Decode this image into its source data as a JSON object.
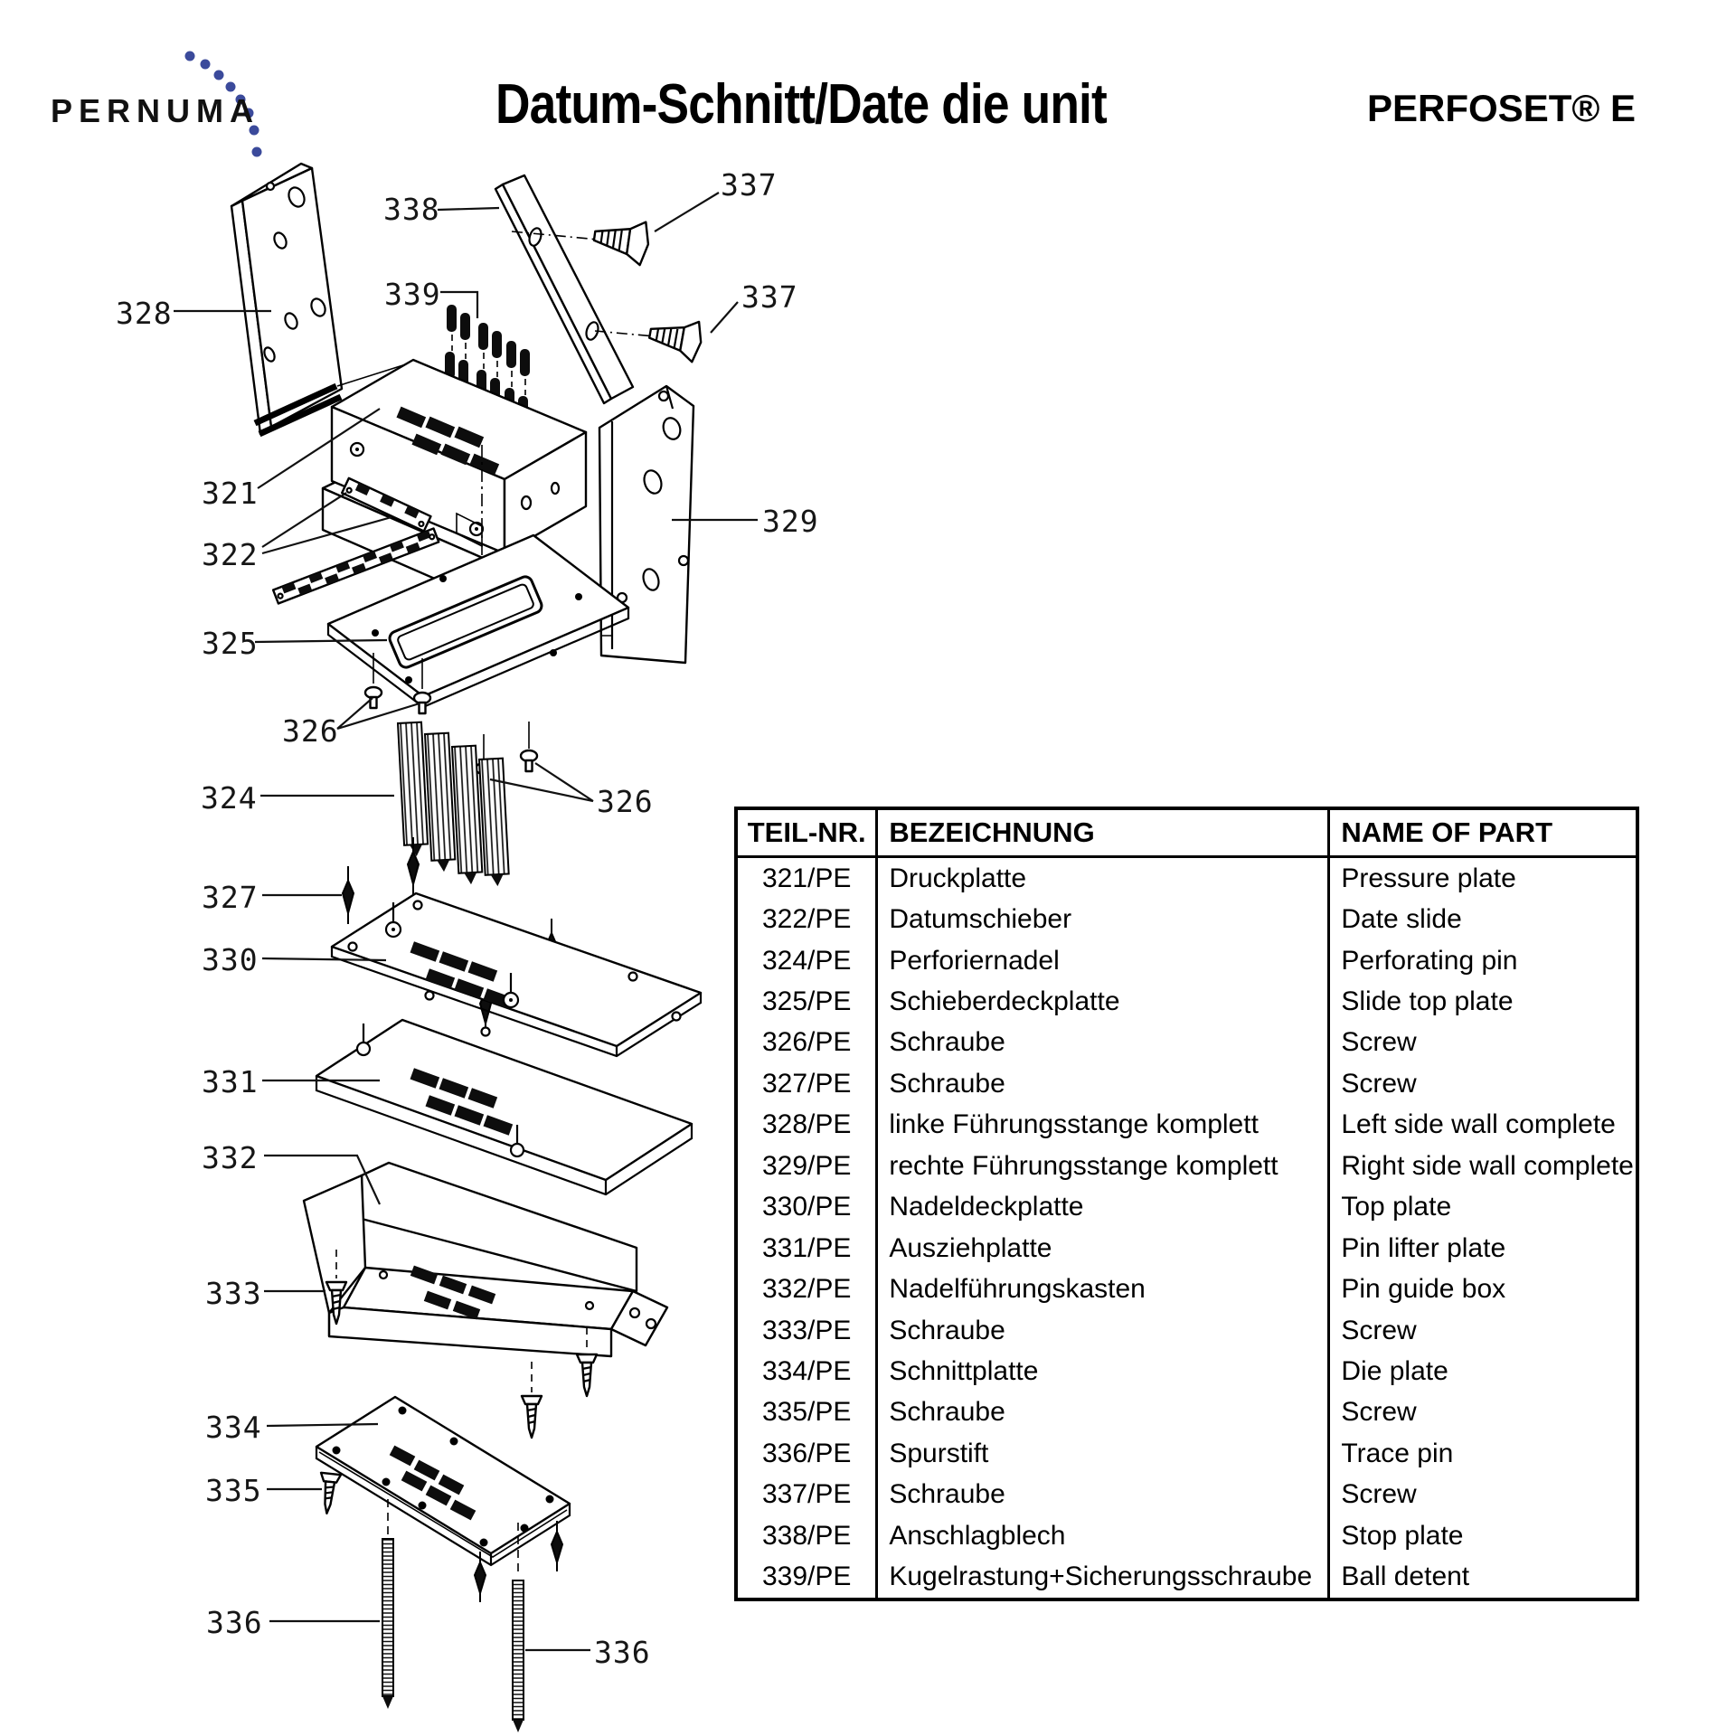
{
  "header": {
    "logo_text": "PERNUMA",
    "title": "Datum-Schnitt/Date die unit",
    "product": "PERFOSET® E"
  },
  "colors": {
    "logo_dots": "#3b4a9b",
    "ink": "#000000"
  },
  "table": {
    "columns": [
      "TEIL-NR.",
      "BEZEICHNUNG",
      "NAME OF PART"
    ],
    "rows": [
      {
        "nr": "321/PE",
        "de": "Druckplatte",
        "en": "Pressure plate"
      },
      {
        "nr": "322/PE",
        "de": "Datumschieber",
        "en": "Date slide"
      },
      {
        "nr": "324/PE",
        "de": "Perforiernadel",
        "en": "Perforating pin"
      },
      {
        "nr": "325/PE",
        "de": "Schieberdeckplatte",
        "en": "Slide top plate"
      },
      {
        "nr": "326/PE",
        "de": "Schraube",
        "en": "Screw"
      },
      {
        "nr": "327/PE",
        "de": "Schraube",
        "en": "Screw"
      },
      {
        "nr": "328/PE",
        "de": "linke Führungsstange komplett",
        "en": "Left side wall complete"
      },
      {
        "nr": "329/PE",
        "de": "rechte Führungsstange komplett",
        "en": "Right side wall complete"
      },
      {
        "nr": "330/PE",
        "de": "Nadeldeckplatte",
        "en": "Top plate"
      },
      {
        "nr": "331/PE",
        "de": "Ausziehplatte",
        "en": "Pin lifter plate"
      },
      {
        "nr": "332/PE",
        "de": "Nadelführungskasten",
        "en": "Pin guide box"
      },
      {
        "nr": "333/PE",
        "de": "Schraube",
        "en": "Screw"
      },
      {
        "nr": "334/PE",
        "de": "Schnittplatte",
        "en": "Die plate"
      },
      {
        "nr": "335/PE",
        "de": "Schraube",
        "en": "Screw"
      },
      {
        "nr": "336/PE",
        "de": "Spurstift",
        "en": "Trace pin"
      },
      {
        "nr": "337/PE",
        "de": "Schraube",
        "en": "Screw"
      },
      {
        "nr": "338/PE",
        "de": "Anschlagblech",
        "en": "Stop plate"
      },
      {
        "nr": "339/PE",
        "de": "Kugelrastung+Sicherungsschraube",
        "en": "Ball detent"
      }
    ]
  },
  "diagram": {
    "callouts": [
      {
        "text": "338"
      },
      {
        "text": "337"
      },
      {
        "text": "337"
      },
      {
        "text": "328"
      },
      {
        "text": "339"
      },
      {
        "text": "321"
      },
      {
        "text": "322"
      },
      {
        "text": "329"
      },
      {
        "text": "325"
      },
      {
        "text": "326"
      },
      {
        "text": "326"
      },
      {
        "text": "324"
      },
      {
        "text": "327"
      },
      {
        "text": "330"
      },
      {
        "text": "331"
      },
      {
        "text": "332"
      },
      {
        "text": "333"
      },
      {
        "text": "334"
      },
      {
        "text": "335"
      },
      {
        "text": "336"
      },
      {
        "text": "336"
      }
    ]
  }
}
